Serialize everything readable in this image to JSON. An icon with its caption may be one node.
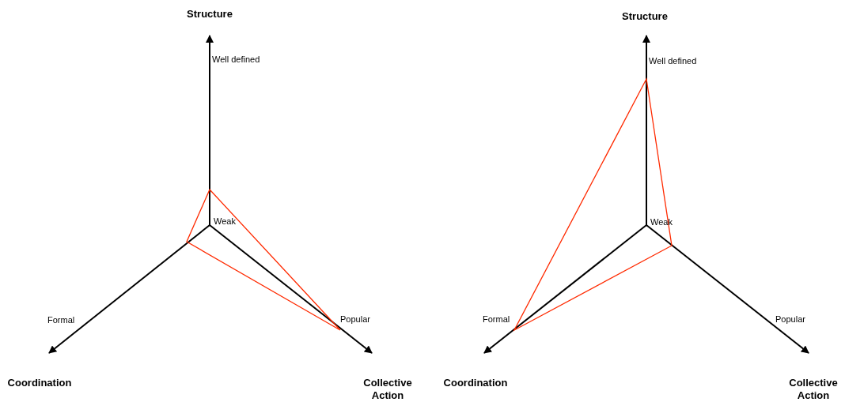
{
  "diagram": {
    "labels": [
      "Structure",
      "Well defined",
      "Weak",
      "Formal",
      "Popular",
      "Coordination",
      "Collective Action",
      "Structure",
      "Well defined",
      "Weak",
      "Formal",
      "Popular",
      "Coordination",
      "Collective Action"
    ]
  }
}
